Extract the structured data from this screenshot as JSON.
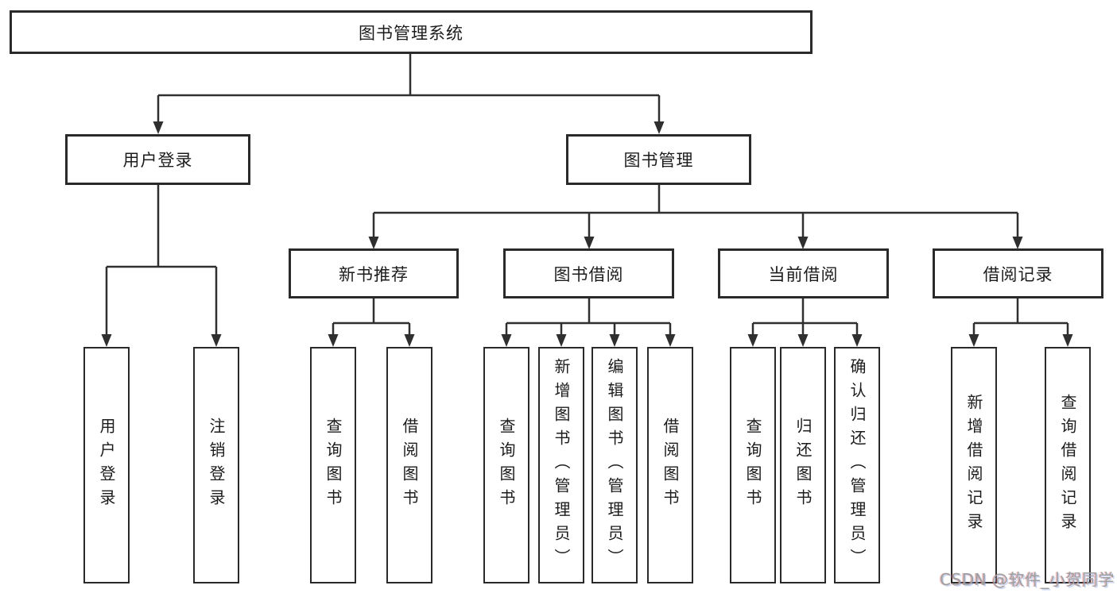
{
  "tree": {
    "root": "图书管理系统",
    "branches": [
      {
        "label": "用户登录",
        "leaves": [
          "用户登录",
          "注销登录"
        ]
      },
      {
        "label": "图书管理",
        "groups": [
          {
            "label": "新书推荐",
            "leaves": [
              "查询图书",
              "借阅图书"
            ]
          },
          {
            "label": "图书借阅",
            "leaves": [
              "查询图书",
              "新增图书（管理员）",
              "编辑图书（管理员）",
              "借阅图书"
            ]
          },
          {
            "label": "当前借阅",
            "leaves": [
              "查询图书",
              "归还图书",
              "确认归还（管理员）"
            ]
          },
          {
            "label": "借阅记录",
            "leaves": [
              "新增借阅记录",
              "查询借阅记录"
            ]
          }
        ]
      }
    ]
  },
  "watermark": {
    "text": "CSDN @软件_小贺同学"
  },
  "colors": {
    "background": "#ffffff",
    "line": "#2f2f2f",
    "box_border": "#2a2a2a",
    "text": "#1c1c1c",
    "watermark": "#9f9f9f"
  }
}
